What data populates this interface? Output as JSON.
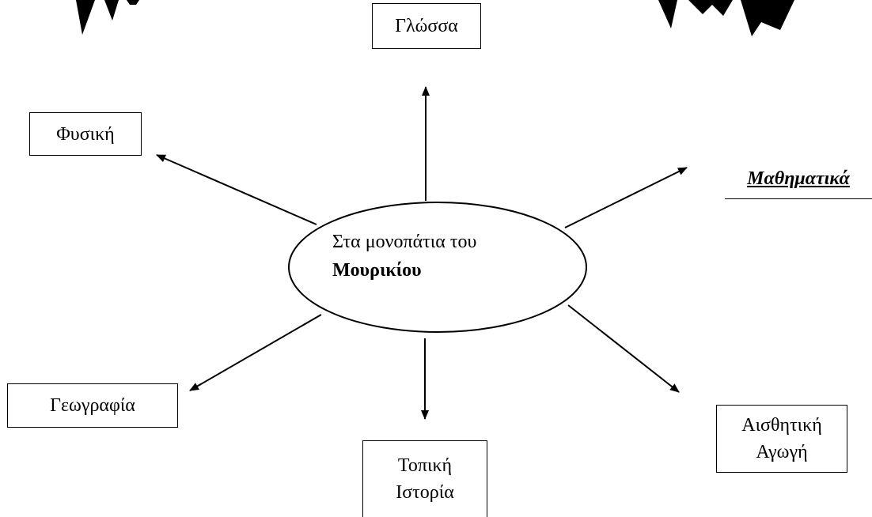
{
  "center": {
    "line1": "Στα μονοπάτια του",
    "line2": "Μουρικίου"
  },
  "nodes": {
    "glossa": "Γλώσσα",
    "fysiki": "Φυσική",
    "mathimatika": "Μαθηματικά",
    "geografia": "Γεωγραφία",
    "topiki_istoria": {
      "line1": "Τοπική",
      "line2": "Ιστορία"
    },
    "aisthitiki_agogi": {
      "line1": "Αισθητική",
      "line2": "Αγωγή"
    }
  },
  "colors": {
    "stroke": "#000000",
    "background": "#ffffff"
  }
}
